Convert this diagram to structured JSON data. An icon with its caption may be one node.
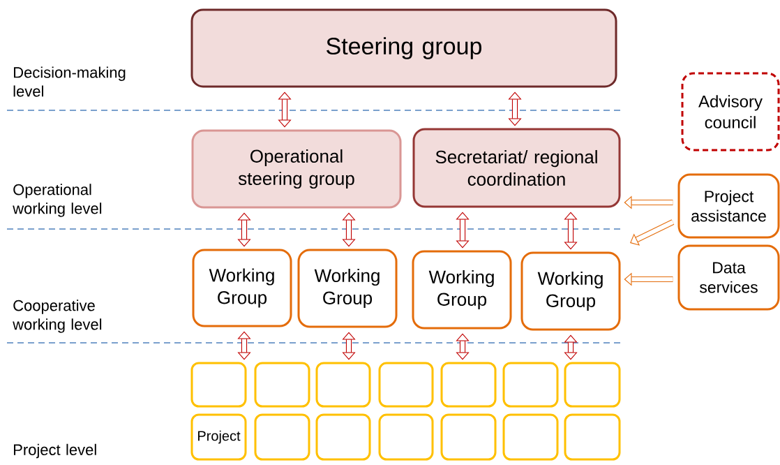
{
  "diagram": {
    "nodes": [
      {
        "text": [
          "Steering group"
        ]
      },
      {
        "text": [
          "Advisory council"
        ]
      },
      {
        "text": [
          "Operational steering group"
        ]
      },
      {
        "text": [
          "Secretariat/ regional coordination"
        ]
      },
      {
        "text": [
          "Project assistance"
        ]
      },
      {
        "text": [
          "Working Group"
        ]
      },
      {
        "text": [
          "Working Group"
        ]
      },
      {
        "text": [
          "Working Group"
        ]
      },
      {
        "text": [
          "Working Group"
        ]
      },
      {
        "text": [
          "Data services"
        ]
      },
      {
        "text": [],
        "shape": "box"
      },
      {
        "text": [],
        "shape": "box"
      },
      {
        "text": [],
        "shape": "box"
      },
      {
        "text": [],
        "shape": "box"
      },
      {
        "text": [],
        "shape": "box"
      },
      {
        "text": [],
        "shape": "box"
      },
      {
        "text": [],
        "shape": "box"
      },
      {
        "text": [
          "Project"
        ]
      },
      {
        "text": [],
        "shape": "box"
      },
      {
        "text": [],
        "shape": "box"
      },
      {
        "text": [],
        "shape": "box"
      },
      {
        "text": [],
        "shape": "box"
      },
      {
        "text": [],
        "shape": "box"
      },
      {
        "text": [],
        "shape": "box"
      }
    ],
    "edges": [
      {
        "from": 0,
        "to": 2,
        "arrow": "both"
      },
      {
        "from": 0,
        "to": 3,
        "arrow": "both"
      },
      {
        "from": 2,
        "to": 5,
        "arrow": "both"
      },
      {
        "from": 2,
        "to": 6,
        "arrow": "both"
      },
      {
        "from": 3,
        "to": 7,
        "arrow": "both"
      },
      {
        "from": 3,
        "to": 8,
        "arrow": "both"
      },
      {
        "from": 5,
        "to": 10,
        "arrow": "both"
      },
      {
        "from": 6,
        "to": 12,
        "arrow": "both"
      },
      {
        "from": 7,
        "to": 14,
        "arrow": "both"
      },
      {
        "from": 8,
        "to": 16,
        "arrow": "both"
      },
      {
        "from": 4,
        "to": 3,
        "arrow": "to",
        "color": "#e46c0a"
      },
      {
        "from": 4,
        "to": null,
        "arrow": "to",
        "color": "#e46c0a"
      },
      {
        "from": 9,
        "to": 8,
        "arrow": "to",
        "color": "#e46c0a"
      }
    ],
    "labels": [
      "Decision-making level",
      "Operational working level",
      "Cooperative working level",
      "Project level"
    ]
  }
}
